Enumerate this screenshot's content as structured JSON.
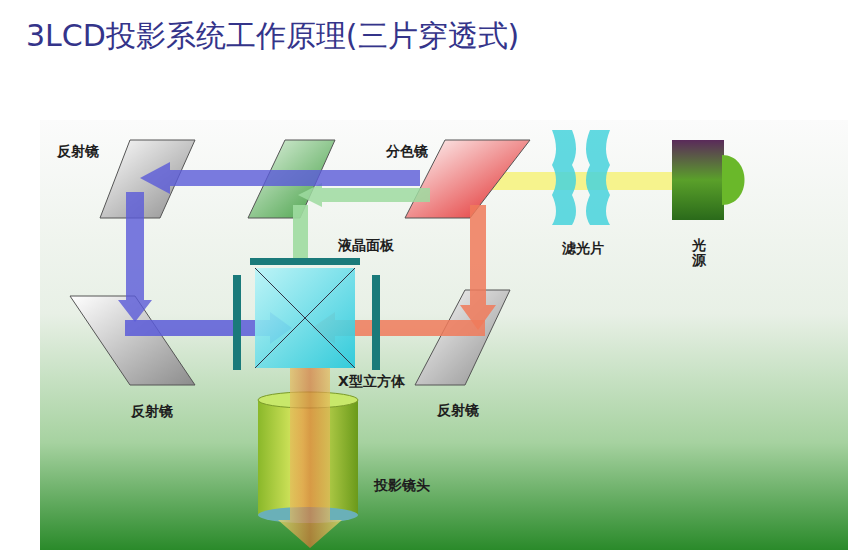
{
  "diagram": {
    "title": "3LCD投影系统工作原理(三片穿透式)",
    "labels": [
      "反射镜",
      "分色镜",
      "滤光片",
      "光源",
      "液晶面板",
      "反射镜",
      "X型立方体",
      "反射镜",
      "投影镜头"
    ]
  }
}
